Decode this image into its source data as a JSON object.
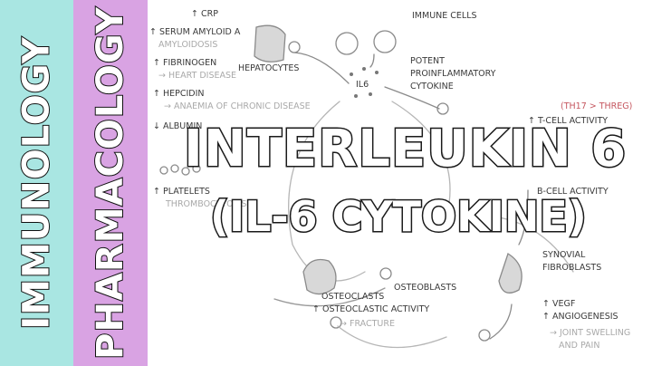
{
  "side_labels": {
    "immunology": "IMMUNOLOGY",
    "pharmacology": "PHARMACOLOGY"
  },
  "title": {
    "main": "INTERLEUKIN 6",
    "sub": "(IL-6 CYTOKINE)"
  },
  "notes": {
    "crp": "↑ CRP",
    "serum_amyloid": "↑ SERUM AMYLOID A",
    "amyloidosis": "AMYLOIDOSIS",
    "fibrinogen": "↑ FIBRINOGEN",
    "heart_disease": "→ HEART DISEASE",
    "hepcidin": "↑ HEPCIDIN",
    "anaemia": "→ ANAEMIA OF CHRONIC DISEASE",
    "albumin": "↓ ALBUMIN",
    "platelets": "↑ PLATELETS",
    "thrombocytosis": "THROMBOCYTOSIS",
    "hepatocytes": "HEPATOCYTES",
    "il6": "IL6",
    "immune_cells": "IMMUNE CELLS",
    "potent_1": "POTENT",
    "potent_2": "PROINFLAMMATORY",
    "potent_3": "CYTOKINE",
    "th_ratio": "(TH17 > THREG)",
    "tcell_activity": "↑ T-CELL ACTIVITY",
    "bcell_activity": "B-CELL ACTIVITY",
    "synovial_1": "SYNOVIAL",
    "synovial_2": "FIBROBLASTS",
    "vegf": "↑ VEGF",
    "angiogenesis": "↑ ANGIOGENESIS",
    "joint_1": "→ JOINT SWELLING",
    "joint_2": "AND PAIN",
    "osteoclasts": "OSTEOCLASTS",
    "osteoblasts": "OSTEOBLASTS",
    "osteoclastic": "↑ OSTEOCLASTIC ACTIVITY",
    "fracture": "→ FRACTURE"
  },
  "colors": {
    "teal_band": "#a9e6e2",
    "pink_band": "#d9a3e3",
    "ink": "#3a3a3a",
    "red_note": "#c5565f"
  }
}
